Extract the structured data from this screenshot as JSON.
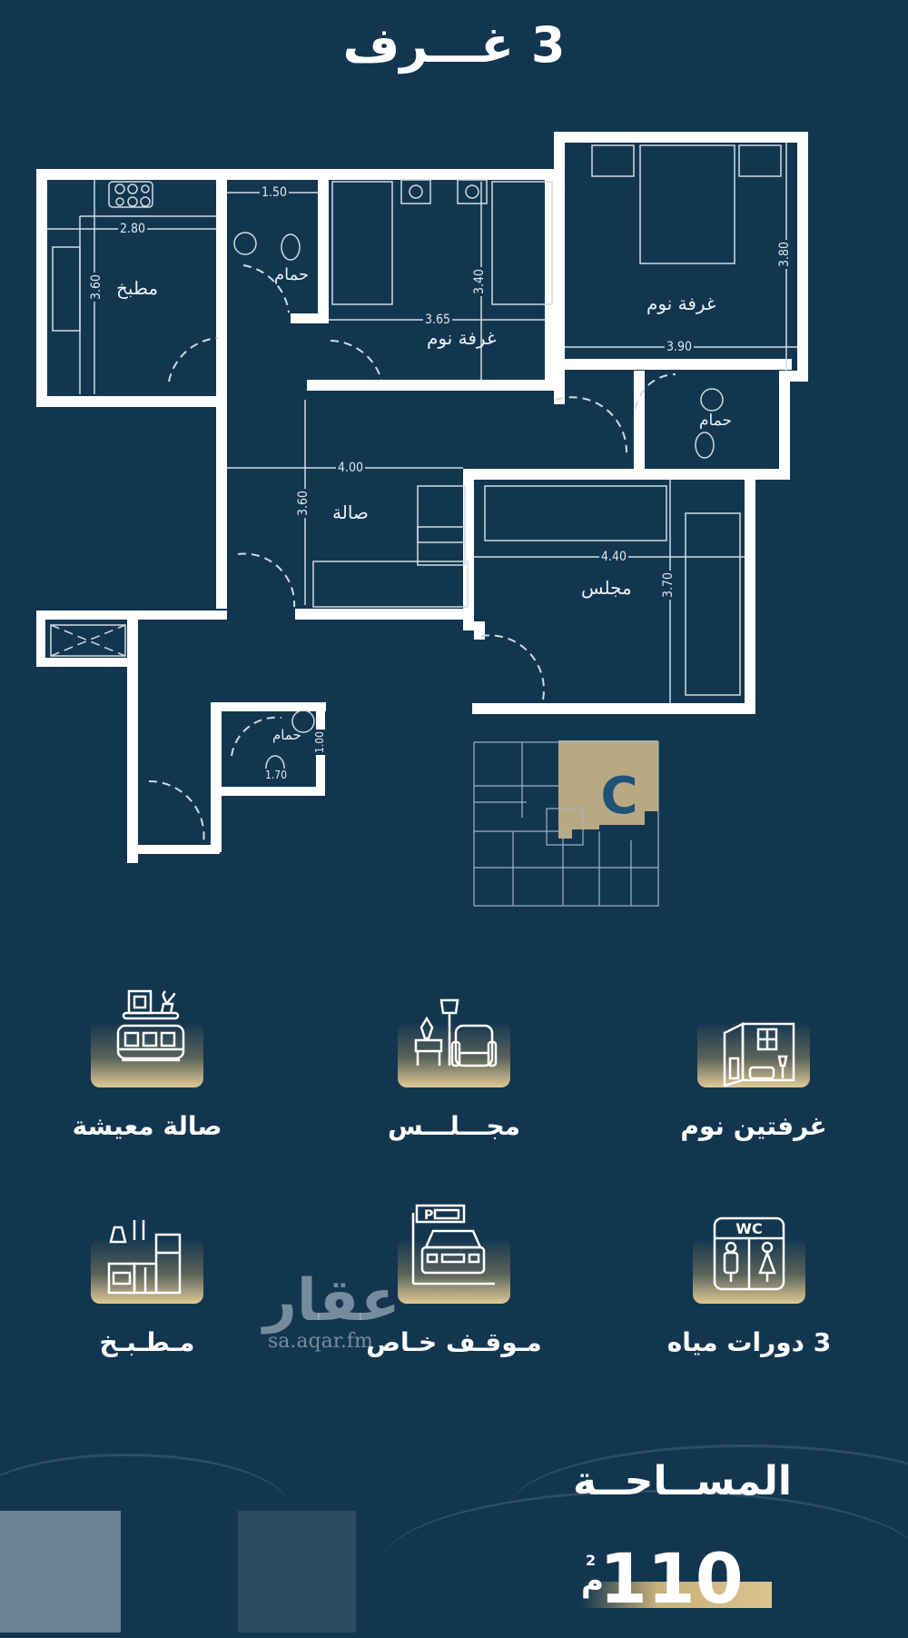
{
  "header": {
    "title": "3 غـــرف"
  },
  "floor_plan": {
    "rooms": [
      {
        "id": "kitchen",
        "label": "مطبخ",
        "width": "2.80",
        "length": "3.60"
      },
      {
        "id": "bath-1",
        "label": "حمام",
        "width": "1.50"
      },
      {
        "id": "bedroom-2",
        "label": "غرفة نوم",
        "width": "3.65",
        "length": "3.40"
      },
      {
        "id": "bedroom-1",
        "label": "غرفة نوم",
        "width": "3.90",
        "length": "3.80"
      },
      {
        "id": "bath-2",
        "label": "حمام"
      },
      {
        "id": "living",
        "label": "صالة",
        "width": "4.00",
        "length": "3.60"
      },
      {
        "id": "majlis",
        "label": "مجلس",
        "width": "4.40",
        "length": "3.70"
      },
      {
        "id": "bath-3",
        "label": "حمام",
        "width": "1.70",
        "length": "1.00"
      }
    ],
    "key_plan": {
      "unit_label": "C",
      "highlight_color": "#d6bd8c",
      "unit_letter_color": "#1e5277"
    }
  },
  "features": [
    {
      "id": "bedrooms",
      "label": "غرفتين نوم",
      "icon": "bedroom-icon"
    },
    {
      "id": "majlis",
      "label": "مجـــلـــس",
      "icon": "armchair-icon"
    },
    {
      "id": "living",
      "label": "صالة معيشة",
      "icon": "sofa-icon"
    },
    {
      "id": "bathrooms",
      "label": "3 دورات مياه",
      "icon": "wc-icon"
    },
    {
      "id": "parking",
      "label": "مـوقـف خـاص",
      "icon": "parking-car-icon"
    },
    {
      "id": "kitchen",
      "label": "مـطـبـخ",
      "icon": "kitchen-icon"
    }
  ],
  "watermark": {
    "brand": "عقار",
    "url": "sa.aqar.fm"
  },
  "area": {
    "label": "المســاحــة",
    "value": "110",
    "unit": "م",
    "superscript": "2"
  },
  "colors": {
    "background": "#133650",
    "wall": "#ffffff",
    "gold": "#dcc38e"
  }
}
